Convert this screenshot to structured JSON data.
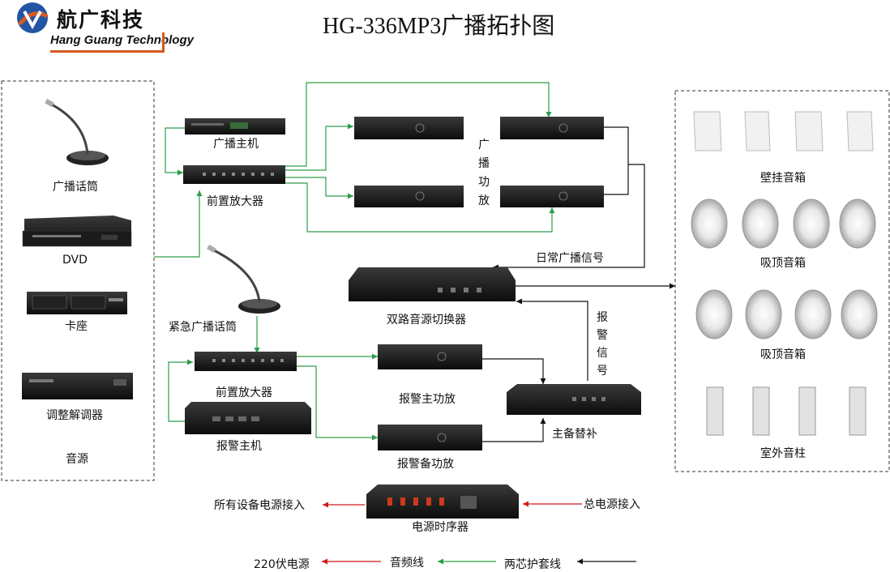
{
  "header": {
    "title": "HG-336MP3广播拓扑图",
    "logo_cn": "航广科技",
    "logo_en": "Hang Guang Technology"
  },
  "sources": {
    "mic": "广播话筒",
    "dvd": "DVD",
    "cassette": "卡座",
    "tuner": "调整解调器",
    "group": "音源"
  },
  "devices": {
    "broadcast_host": "广播主机",
    "preamp_top": "前置放大器",
    "amp_vertical": [
      "广",
      "播",
      "功",
      "放"
    ],
    "daily_signal": "日常广播信号",
    "switcher": "双路音源切换器",
    "emergency_mic": "紧急广播话筒",
    "preamp_bottom": "前置放大器",
    "alarm_host": "报警主机",
    "alarm_main_amp": "报警主功放",
    "alarm_backup_amp": "报警备功放",
    "alarm_signal_vertical": [
      "报",
      "警",
      "信",
      "号"
    ],
    "main_backup": "主备替补",
    "power_sequencer": "电源时序器",
    "power_out": "所有设备电源接入",
    "power_in": "总电源接入"
  },
  "speakers": {
    "wall": "壁挂音箱",
    "ceiling1": "吸顶音箱",
    "ceiling2": "吸顶音箱",
    "column": "室外音柱"
  },
  "legend": {
    "power": "220伏电源",
    "audio": "音频线",
    "cable": "两芯护套线"
  },
  "colors": {
    "audio": "#2e9d4a",
    "power": "#d01818",
    "cable": "#111111",
    "brand": "#2255a4",
    "accent": "#d85a1c"
  }
}
